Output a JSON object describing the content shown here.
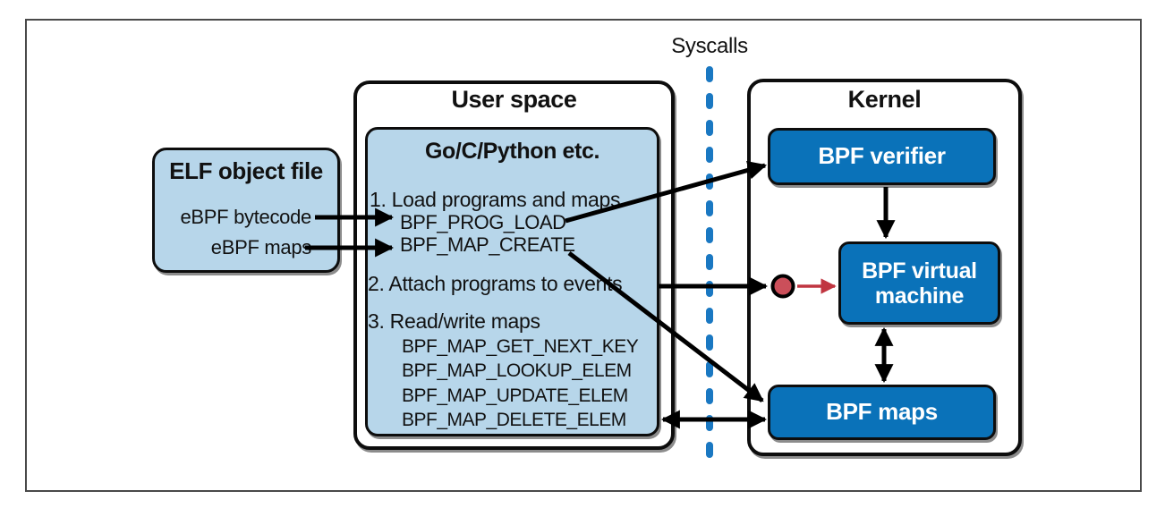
{
  "diagram": {
    "syscalls": {
      "label": "Syscalls"
    },
    "elf": {
      "title": "ELF object file",
      "rows": [
        "eBPF bytecode",
        "eBPF maps"
      ]
    },
    "user_space": {
      "title": "User space",
      "go": {
        "title": "Go/C/Python etc.",
        "items": [
          "1. Load programs and maps",
          "BPF_PROG_LOAD",
          "BPF_MAP_CREATE",
          "2. Attach programs to events",
          "3. Read/write maps",
          "BPF_MAP_GET_NEXT_KEY",
          "BPF_MAP_LOOKUP_ELEM",
          "BPF_MAP_UPDATE_ELEM",
          "BPF_MAP_DELETE_ELEM"
        ]
      }
    },
    "kernel": {
      "title": "Kernel",
      "verifier": "BPF verifier",
      "vm": "BPF virtual machine",
      "maps": "BPF maps"
    },
    "icons": {
      "attach_event_dot": "red-circle-event-attach-point"
    },
    "colors": {
      "node_blue": "#0a72b9",
      "light_blue": "#b7d6ea",
      "syscall_dash_blue": "#1a78c2",
      "event_dot_red": "#cb4f5a",
      "event_arrow_red": "#c03540",
      "line_black": "#000000",
      "frame_gray": "#4a4a4a"
    }
  }
}
